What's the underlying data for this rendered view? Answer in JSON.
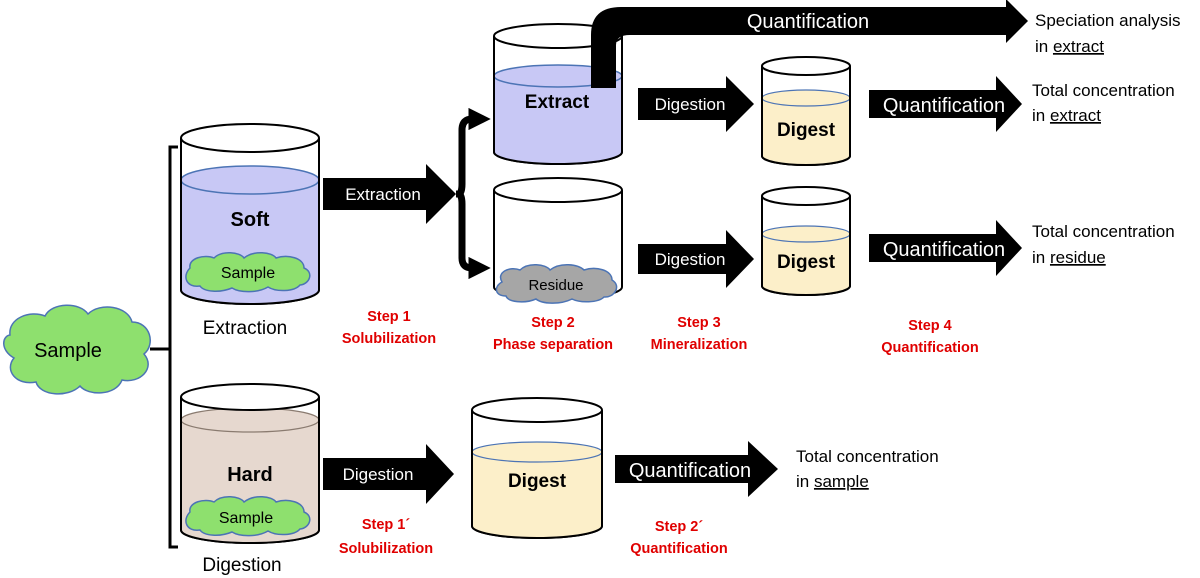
{
  "sample_label": "Sample",
  "branches": {
    "extraction": {
      "label": "Extraction",
      "beaker_label": "Soft",
      "inner_sample": "Sample",
      "arrow_label": "Extraction",
      "step1": {
        "title": "Step 1",
        "name": "Solubilization"
      },
      "extract_beaker": "Extract",
      "residue_label": "Residue",
      "step2": {
        "title": "Step 2",
        "name": "Phase separation"
      },
      "top_arrow": "Quantification",
      "top_output": {
        "line1": "Speciation analysis",
        "line2_prefix": "in ",
        "line2_underlined": "extract"
      },
      "digest_arrow_a": "Digestion",
      "digest_a": "Digest",
      "quant_arrow_a": "Quantification",
      "output_a": {
        "line1": "Total concentration",
        "line2_prefix": "in ",
        "line2_underlined": "extract"
      },
      "digest_arrow_b": "Digestion",
      "digest_b": "Digest",
      "quant_arrow_b": "Quantification",
      "output_b": {
        "line1": "Total concentration",
        "line2_prefix": "in ",
        "line2_underlined": "residue"
      },
      "step3": {
        "title": "Step 3",
        "name": "Mineralization"
      },
      "step4": {
        "title": "Step 4",
        "name": "Quantification"
      }
    },
    "digestion": {
      "label": "Digestion",
      "beaker_label": "Hard",
      "inner_sample": "Sample",
      "arrow_label": "Digestion",
      "step1": {
        "title": "Step 1´",
        "name": "Solubilization"
      },
      "digest": "Digest",
      "quant_arrow": "Quantification",
      "step2": {
        "title": "Step 2´",
        "name": "Quantification"
      },
      "output": {
        "line1": "Total concentration",
        "line2_prefix": "in ",
        "line2_underlined": "sample"
      }
    }
  },
  "colors": {
    "soft_liquid": "#c8c8f5",
    "extract_liquid": "#c8c8f5",
    "hard_liquid": "#e6d8cf",
    "digest_liquid": "#fcefc9",
    "sample_cloud": "#8ee06e",
    "residue_cloud": "#a6a6a6",
    "arrow_fill": "#000000",
    "step_text": "#e00000"
  }
}
